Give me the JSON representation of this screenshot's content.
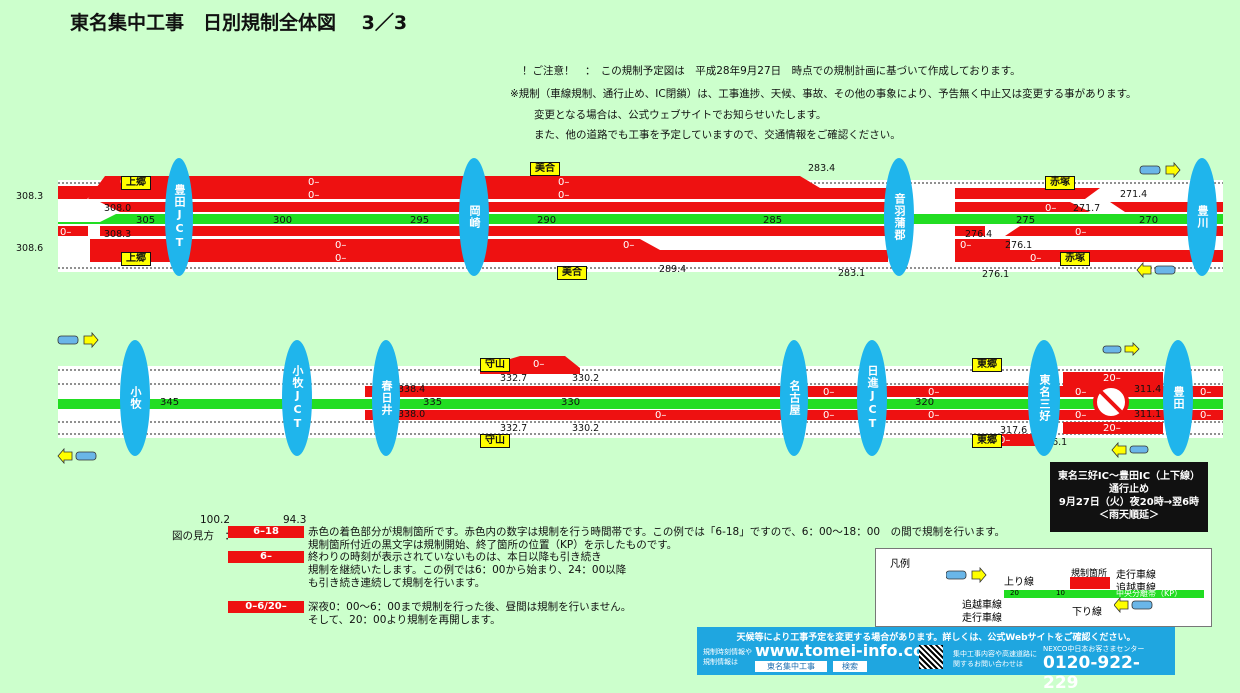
{
  "title": "東名集中工事　日別規制全体図　 3／3",
  "notices": [
    "！ご注意！　：　この規制予定図は　平成28年9月27日　時点での規制計画に基づいて作成しております。",
    "※規制（車線規制、通行止め、IC閉鎖）は、工事進捗、天候、事故、その他の事象により、予告無く中止又は変更する事があります。",
    "変更となる場合は、公式ウェブサイトでお知らせいたします。",
    "また、他の道路でも工事を予定していますので、交通情報をご確認ください。"
  ],
  "upper": {
    "interchanges": [
      "豊田JCT",
      "岡崎",
      "音羽蒲郡",
      "豊川"
    ],
    "tags": [
      "上郷",
      "美合",
      "赤塚",
      "上郷",
      "美合",
      "赤塚"
    ],
    "kp_lane": [
      "305",
      "300",
      "295",
      "290",
      "285",
      "275",
      "270"
    ],
    "kp_marks": [
      "308.3",
      "308.6",
      "308.0",
      "308.3",
      "283.4",
      "289.4",
      "283.1",
      "271.4",
      "271.7",
      "276.4",
      "276.1",
      "276.1"
    ],
    "zero": "0–"
  },
  "lower": {
    "interchanges": [
      "小牧",
      "小牧JCT",
      "春日井",
      "名古屋",
      "日進JCT",
      "東名三好",
      "豊田"
    ],
    "tags": [
      "守山",
      "守山",
      "東郷",
      "東郷"
    ],
    "kp_lane": [
      "345",
      "335",
      "330",
      "320"
    ],
    "kp_marks": [
      "338.4",
      "338.0",
      "332.7",
      "330.2",
      "332.7",
      "330.2",
      "317.6",
      "316.1",
      "311.4",
      "311.1"
    ],
    "zero": "0–",
    "twenty": "20–"
  },
  "closure": {
    "line1": "東名三好IC～豊田IC（上下線）",
    "line2": "通行止め",
    "line3": "9月27日（火）夜20時→翌6時",
    "line4": "＜雨天順延＞"
  },
  "howto": {
    "label": "図の見方　：",
    "kp_a": "100.2",
    "kp_b": "94.3",
    "ex1": "6–18",
    "ex2": "6–",
    "ex3": "0–6/20–",
    "text1a": "赤色の着色部分が規制箇所です。赤色内の数字は規制を行う時間帯です。この例では「6-18」ですので、6：00～18：00　の間で規制を行います。",
    "text1b": "規制箇所付近の黒文字は規制開始、終了箇所の位置（KP）を示したものです。",
    "text2a": "終わりの時刻が表示されていないものは、本日以降も引き続き",
    "text2b": "規制を継続いたします。この例では6：00から始まり、24：00以降",
    "text2c": "も引き続き連続して規制を行います。",
    "text3a": "深夜0：00～6：00まで規制を行った後、昼間は規制を行いません。",
    "text3b": "そして、20：00より規制を再開します。"
  },
  "legend": {
    "title": "凡例",
    "up": "上り線",
    "down": "下り線",
    "closed": "規制箇所",
    "driving": "走行車線",
    "passing": "追越車線",
    "median": "中央分離帯（KP）",
    "passing2": "追越車線",
    "driving2": "走行車線",
    "kp1": "20",
    "kp2": "10"
  },
  "banner": {
    "top": "天候等により工事予定を変更する場合があります。詳しくは、公式Webサイトをご確認ください。",
    "left1": "規制時刻情報や",
    "left2": "規制情報は",
    "url": "www.tomei-info.com",
    "searchword": "東名集中工事",
    "searchbtn": "検索",
    "mid1": "集中工事内容や高速道路に",
    "mid2": "関するお問い合わせは",
    "center": "NEXCO中日本お客さまセンター",
    "phone": "0120-922-229"
  },
  "colors": {
    "bg": "#ccffcc",
    "red": "#ee1111",
    "green": "#22dd22",
    "ic": "#1fb5ec",
    "tag": "#ffff00"
  }
}
